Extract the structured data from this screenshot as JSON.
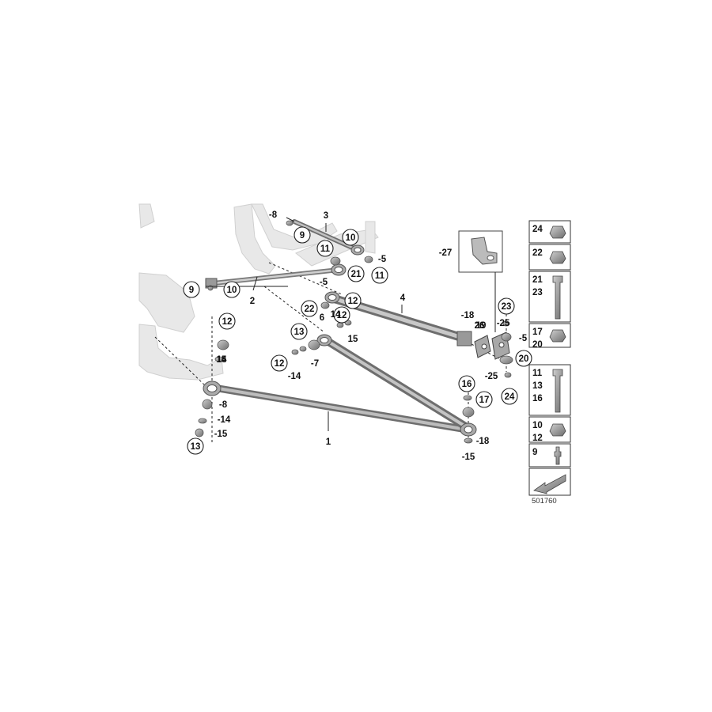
{
  "diagram_id": "501760",
  "legend_groups": [
    {
      "numbers": [
        "24"
      ],
      "part": "flange-nut"
    },
    {
      "numbers": [
        "22"
      ],
      "part": "flange-nut"
    },
    {
      "numbers": [
        "21",
        "23"
      ],
      "part": "hex-bolt"
    },
    {
      "numbers": [
        "17",
        "20"
      ],
      "part": "flange-nut"
    },
    {
      "numbers": [
        "11",
        "13",
        "16"
      ],
      "part": "hex-bolt"
    },
    {
      "numbers": [
        "10",
        "12"
      ],
      "part": "self-locking-nut"
    },
    {
      "numbers": [
        "9"
      ],
      "part": "grease-nipple"
    },
    {
      "numbers": [],
      "part": "direction-arrow"
    }
  ],
  "callouts": [
    {
      "n": "1",
      "circled": false,
      "dash": false
    },
    {
      "n": "2",
      "circled": false,
      "dash": false
    },
    {
      "n": "3",
      "circled": false,
      "dash": false
    },
    {
      "n": "4",
      "circled": false,
      "dash": false
    },
    {
      "n": "5",
      "circled": false,
      "dash": true
    },
    {
      "n": "5",
      "circled": false,
      "dash": true
    },
    {
      "n": "5",
      "circled": false,
      "dash": true
    },
    {
      "n": "6",
      "circled": false,
      "dash": false
    },
    {
      "n": "7",
      "circled": false,
      "dash": true
    },
    {
      "n": "8",
      "circled": false,
      "dash": true
    },
    {
      "n": "8",
      "circled": false,
      "dash": true
    },
    {
      "n": "9",
      "circled": true,
      "dash": false
    },
    {
      "n": "9",
      "circled": true,
      "dash": false
    },
    {
      "n": "10",
      "circled": true,
      "dash": false
    },
    {
      "n": "10",
      "circled": true,
      "dash": false
    },
    {
      "n": "11",
      "circled": true,
      "dash": false
    },
    {
      "n": "11",
      "circled": true,
      "dash": false
    },
    {
      "n": "12",
      "circled": true,
      "dash": false
    },
    {
      "n": "12",
      "circled": true,
      "dash": false
    },
    {
      "n": "12",
      "circled": true,
      "dash": false
    },
    {
      "n": "12",
      "circled": true,
      "dash": false
    },
    {
      "n": "13",
      "circled": true,
      "dash": false
    },
    {
      "n": "13",
      "circled": true,
      "dash": false
    },
    {
      "n": "14",
      "circled": false,
      "dash": false
    },
    {
      "n": "14",
      "circled": false,
      "dash": false
    },
    {
      "n": "14",
      "circled": false,
      "dash": true
    },
    {
      "n": "14",
      "circled": false,
      "dash": true
    },
    {
      "n": "15",
      "circled": false,
      "dash": false
    },
    {
      "n": "15",
      "circled": false,
      "dash": false
    },
    {
      "n": "15",
      "circled": false,
      "dash": true
    },
    {
      "n": "15",
      "circled": false,
      "dash": true
    },
    {
      "n": "16",
      "circled": true,
      "dash": false
    },
    {
      "n": "17",
      "circled": true,
      "dash": false
    },
    {
      "n": "18",
      "circled": false,
      "dash": true
    },
    {
      "n": "18",
      "circled": false,
      "dash": true
    },
    {
      "n": "19",
      "circled": false,
      "dash": false
    },
    {
      "n": "20",
      "circled": true,
      "dash": false
    },
    {
      "n": "21",
      "circled": true,
      "dash": false
    },
    {
      "n": "22",
      "circled": true,
      "dash": false
    },
    {
      "n": "23",
      "circled": true,
      "dash": false
    },
    {
      "n": "24",
      "circled": true,
      "dash": false
    },
    {
      "n": "25",
      "circled": false,
      "dash": true
    },
    {
      "n": "25",
      "circled": false,
      "dash": true
    },
    {
      "n": "26",
      "circled": false,
      "dash": false
    },
    {
      "n": "27",
      "circled": false,
      "dash": true
    }
  ],
  "colors": {
    "frame": "#e3e3e3",
    "strut": "#9a9a9a",
    "strut_light": "#c8c8c8",
    "hardware": "#8c8c8c",
    "ink": "#111111"
  }
}
